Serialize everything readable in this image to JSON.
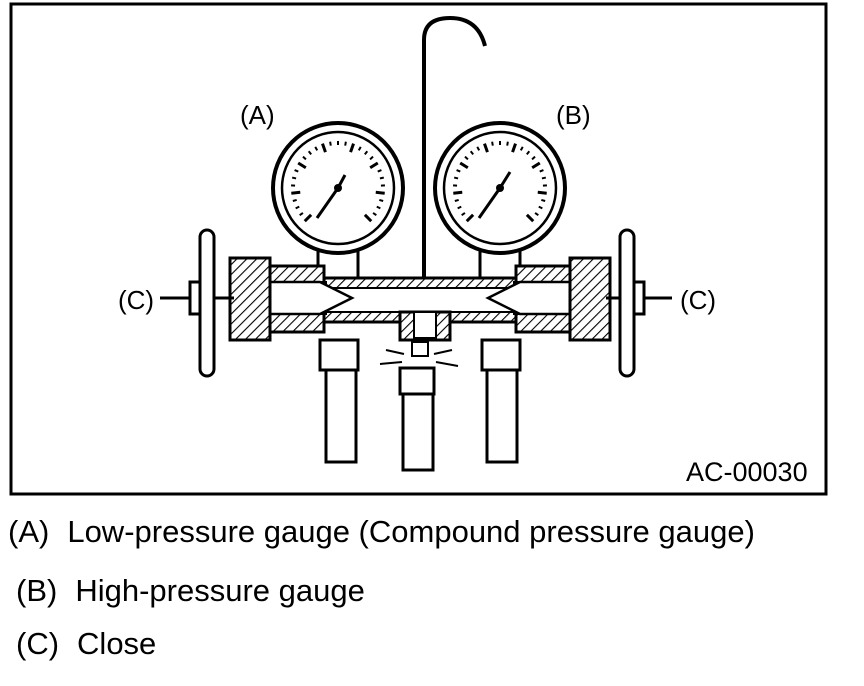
{
  "diagram": {
    "label_a": "(A)",
    "label_b": "(B)",
    "label_c_left": "(C)",
    "label_c_right": "(C)",
    "figure_code": "AC-00030"
  },
  "legend": [
    {
      "key": "(A)",
      "text": "Low-pressure gauge (Compound pressure gauge)"
    },
    {
      "key": "(B)",
      "text": "High-pressure gauge"
    },
    {
      "key": "(C)",
      "text": "Close"
    }
  ]
}
